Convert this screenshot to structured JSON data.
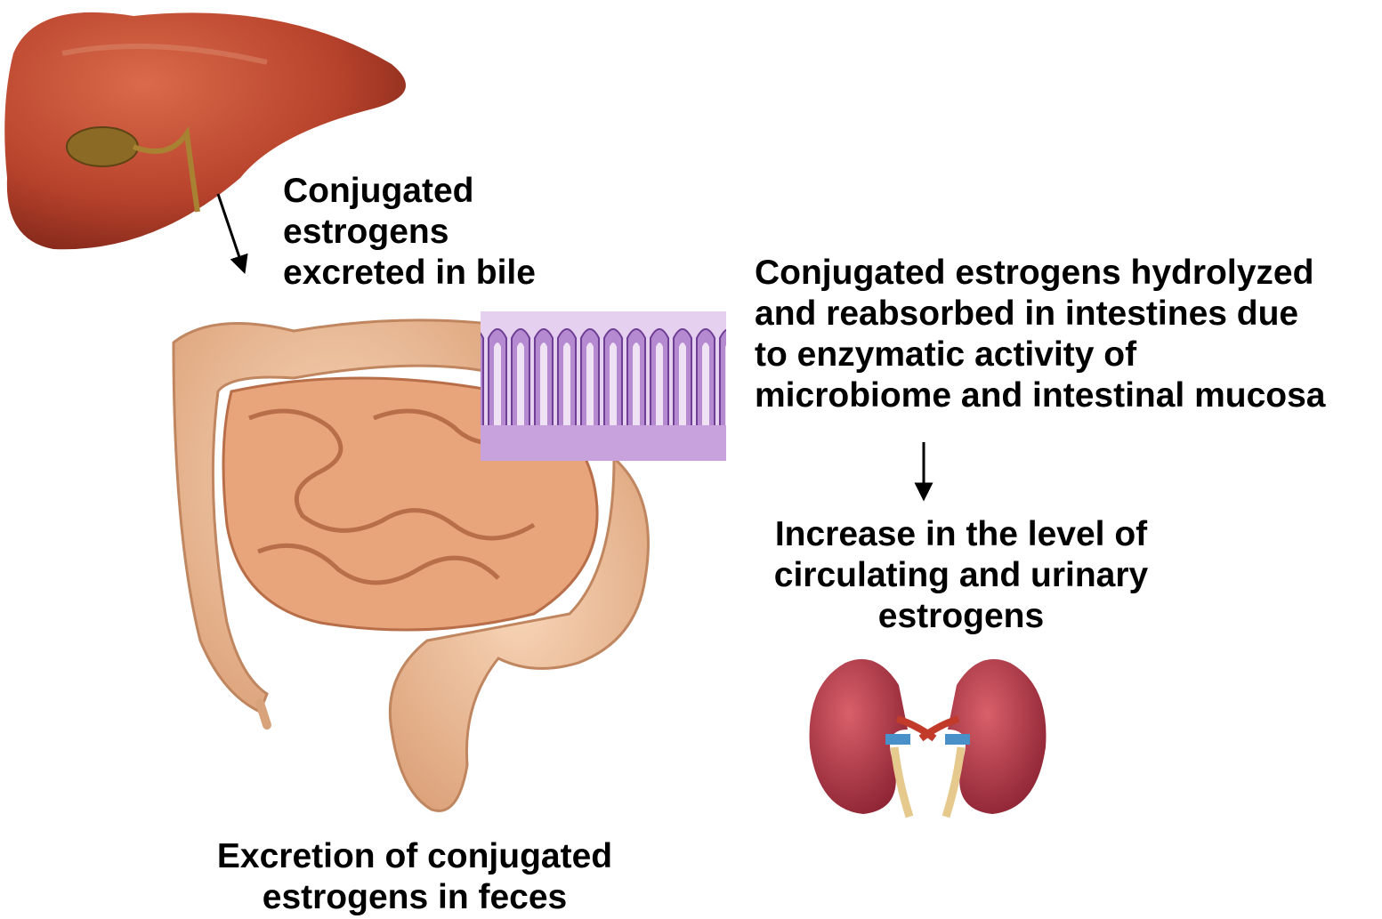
{
  "labels": {
    "bile": [
      "Conjugated",
      "estrogens",
      "excreted in bile"
    ],
    "hydrolyzed": [
      "Conjugated estrogens hydrolyzed",
      "and reabsorbed in intestines due",
      "to enzymatic activity of",
      "microbiome and intestinal mucosa"
    ],
    "increase": [
      "Increase in the level of",
      "circulating and urinary",
      "estrogens"
    ],
    "feces": [
      "Excretion of conjugated",
      "estrogens in feces"
    ]
  },
  "colors": {
    "text": "#000000",
    "liver": "#b8432c",
    "gallbladder": "#8a6a24",
    "intestine": "#e8a47a",
    "colon": "#f0bf95",
    "mucosa": "#b58ad0",
    "kidney": "#b13a4a",
    "ureter": "#e6c98c"
  }
}
